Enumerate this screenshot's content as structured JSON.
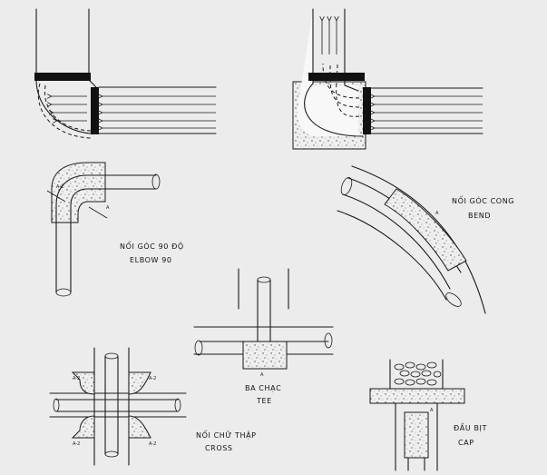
{
  "labels": {
    "elbow_vi": "NỐI GÓC 90 ĐỘ",
    "elbow_en": "ELBOW 90",
    "bend_vi": "NỐI GÓC CONG",
    "bend_en": "BEND",
    "tee_vi": "BA CHẠC",
    "tee_en": "TEE",
    "cross_vi": "NỐI CHỮ THẬP",
    "cross_en": "CROSS",
    "cap_vi": "ĐẦU BỊT",
    "cap_en": "CAP"
  },
  "marks": {
    "a2": "A-2",
    "a": "A"
  }
}
